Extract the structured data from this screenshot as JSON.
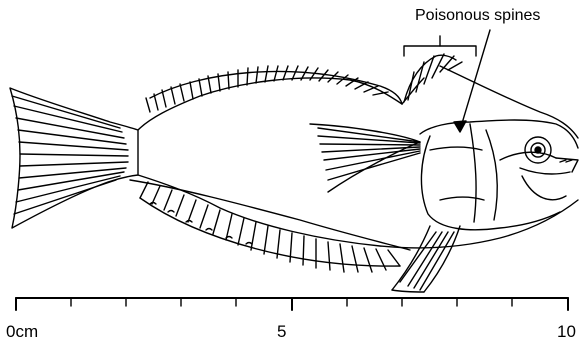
{
  "annotation": {
    "label": "Poisonous spines"
  },
  "scale_bar": {
    "unit": "cm",
    "labels": {
      "start": "0cm",
      "mid": "5",
      "end": "10"
    },
    "min": 0,
    "max": 10
  },
  "colors": {
    "ink": "#000000",
    "paper": "#ffffff"
  }
}
